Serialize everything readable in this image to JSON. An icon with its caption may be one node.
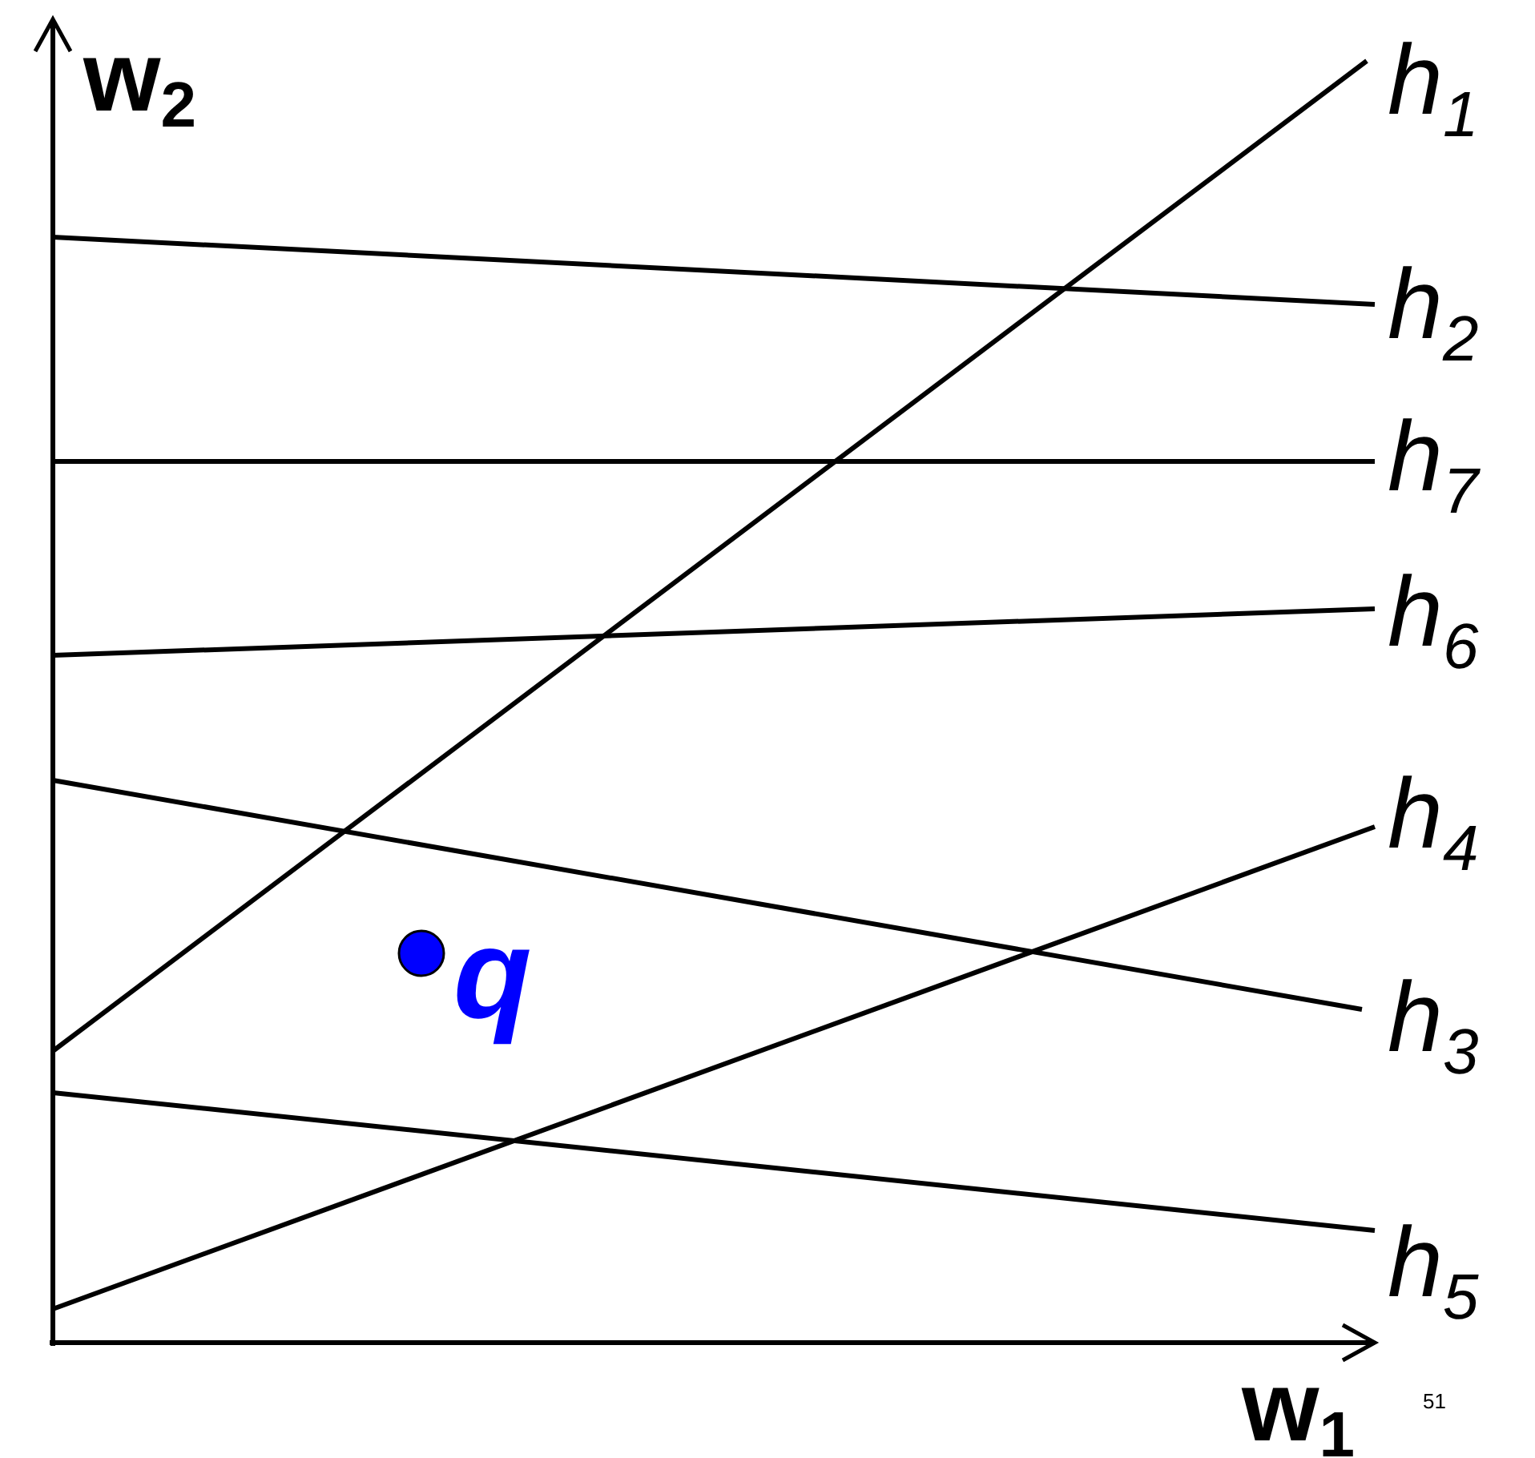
{
  "diagram": {
    "labels": [
      "w$_{2}$",
      "h$_{1}$",
      "h$_{2}$",
      "h$_{7}$",
      "h$_{6}$",
      "h$_{4}$",
      "q",
      "h$_{3}$",
      "h$_{5}$",
      "w$_{1}$",
      "51"
    ]
  }
}
